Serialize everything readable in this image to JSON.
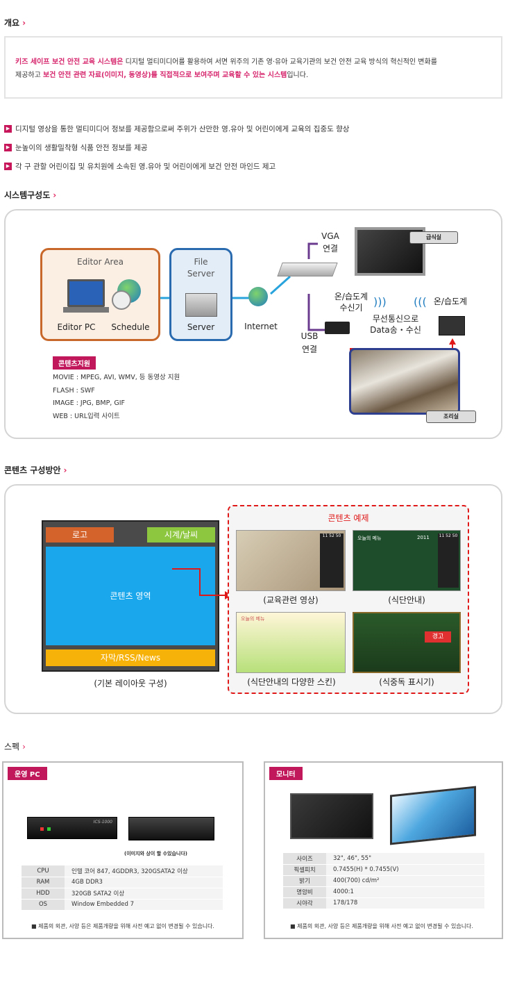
{
  "overview": {
    "title": "개요",
    "text_hl1": "키즈 세이프 보건 안전 교육 시스템은",
    "text_1": " 디지털 멀티미디어를 활용하여 서면 위주의 기존 영·유아 교육기관의 보건 안전 교육 방식의 혁신적인 변화를",
    "text_2": "제공하고 ",
    "text_hl2": "보건 안전 관련 자료(이미지, 동영상)를 직접적으로 보여주며 교육할 수 있는 시스템",
    "text_3": "입니다."
  },
  "bullets": [
    "디지털 영상을 통한 멀티미디어 정보를 제공함으로써 주위가 산만한 영.유아 및 어린이에게 교육의 집중도 향상",
    "눈높이의 생활밀착형 식품 안전 정보를 제공",
    "각 구 관할 어린이집 및 유치원에 소속된 영.유아 및 어린이에게 보건 안전 마인드 제고"
  ],
  "system": {
    "title": "시스템구성도",
    "editor_area": "Editor Area",
    "editor_pc": "Editor PC",
    "schedule": "Schedule",
    "file_server_1": "File",
    "file_server_2": "Server",
    "server": "Server",
    "internet": "Internet",
    "vga_1": "VGA",
    "vga_2": "연결",
    "usb_1": "USB",
    "usb_2": "연결",
    "receiver_1": "온/습도계",
    "receiver_2": "수신기",
    "wireless_1": "무선통신으로",
    "wireless_2": "Data송・수신",
    "thermo": "온/습도계",
    "room_top": "급식실",
    "room_bottom": "조리실",
    "content_label": "콘텐츠지원",
    "content_list": [
      "MOVIE : MPEG, AVI, WMV, 등 동영상 지원",
      "FLASH : SWF",
      "IMAGE : JPG, BMP, GIF",
      "WEB : URL입력 사이트"
    ]
  },
  "contents": {
    "title": "콘텐츠 구성방안",
    "logo": "로고",
    "clock": "시계/날씨",
    "area": "콘텐츠 영역",
    "ticker": "자막/RSS/News",
    "layout_caption": "(기본 레이아웃 구성)",
    "example_title": "콘텐츠 예제",
    "cap1": "(교육관련 영상)",
    "cap2": "(식단안내)",
    "cap3": "(식단안내의 다양한 스킨)",
    "cap4": "(식중독 표시기)",
    "thumb_time": "11 52 50",
    "thumb_menu_title": "오늘의 메뉴",
    "thumb_menu_year": "2011",
    "thumb_skin_title": "오늘의 메뉴",
    "thumb_warn": "경고"
  },
  "spec": {
    "title": "스펙",
    "pc_label": "운영 PC",
    "pc_model": "ICS-1000",
    "pc_caption": "(이미지와 상이 할 수있습니다)",
    "pc_rows": [
      {
        "k": "CPU",
        "v": "인텔 코어 847, 4GDDR3, 320GSATA2 이상"
      },
      {
        "k": "RAM",
        "v": "4GB DDR3"
      },
      {
        "k": "HDD",
        "v": "320GB SATA2 이상"
      },
      {
        "k": "OS",
        "v": "Window Embedded 7"
      }
    ],
    "monitor_label": "모니터",
    "monitor_rows": [
      {
        "k": "사이즈",
        "v": "32\", 46\", 55\""
      },
      {
        "k": "픽셀피치",
        "v": "0.7455(H) * 0.7455(V)"
      },
      {
        "k": "밝기",
        "v": "400(700) cd/m²"
      },
      {
        "k": "명암비",
        "v": "4000:1"
      },
      {
        "k": "시야각",
        "v": "178/178"
      }
    ],
    "note": "■ 제품의 외관, 사양 등은 제품개량을 위해 사전 예고 없이 변경될 수 있습니다."
  }
}
